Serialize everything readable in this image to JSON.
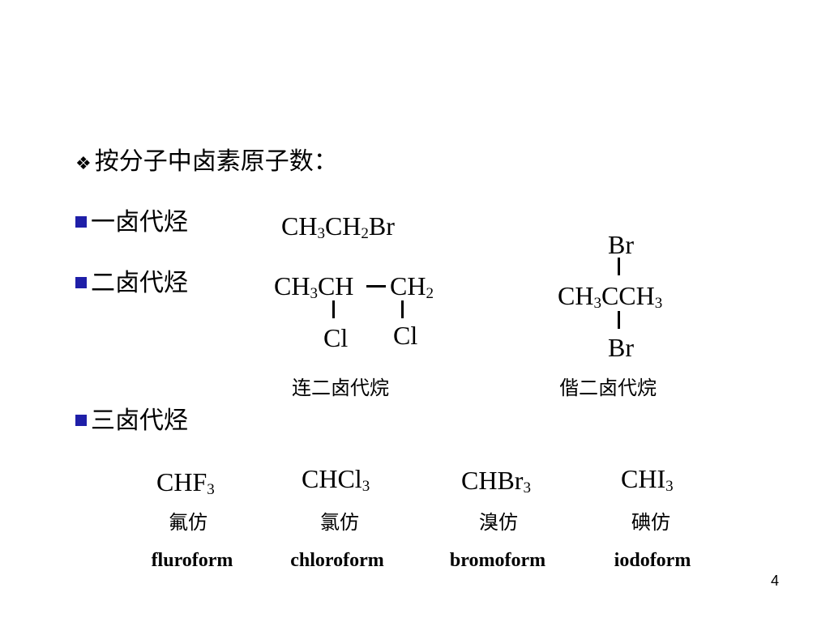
{
  "heading": {
    "bullet_icon": "diamond-bullet-icon",
    "text": "按分子中卤素原子数："
  },
  "categories": [
    {
      "bullet_icon": "square-bullet-icon",
      "label": "一卤代烃"
    },
    {
      "bullet_icon": "square-bullet-icon",
      "label": "二卤代烃"
    },
    {
      "bullet_icon": "square-bullet-icon",
      "label": "三卤代烃"
    }
  ],
  "mono": {
    "p1": "CH",
    "s1": "3",
    "p2": "CH",
    "s2": "2",
    "p3": "Br"
  },
  "vicinal": {
    "p1": "CH",
    "s1": "3",
    "p2": "CH",
    "p3": "CH",
    "s3": "2",
    "sub_left": "Cl",
    "sub_right": "Cl",
    "caption": "连二卤代烷"
  },
  "geminal": {
    "top": "Br",
    "p1": "CH",
    "s1": "3",
    "p2": "CCH",
    "s2": "3",
    "bottom": "Br",
    "caption": "偕二卤代烷"
  },
  "trihalo": [
    {
      "formula": "CHF",
      "sub": "3",
      "cn": "氟仿",
      "en": "fluroform"
    },
    {
      "formula": "CHCl",
      "sub": "3",
      "cn": "氯仿",
      "en": "chloroform"
    },
    {
      "formula": "CHBr",
      "sub": "3",
      "cn": "溴仿",
      "en": "bromoform"
    },
    {
      "formula": "CHI",
      "sub": "3",
      "cn": "碘仿",
      "en": "iodoform"
    }
  ],
  "page_number": "4",
  "colors": {
    "bullet_square": "#1f1fa8",
    "text": "#000000",
    "background": "#ffffff"
  }
}
